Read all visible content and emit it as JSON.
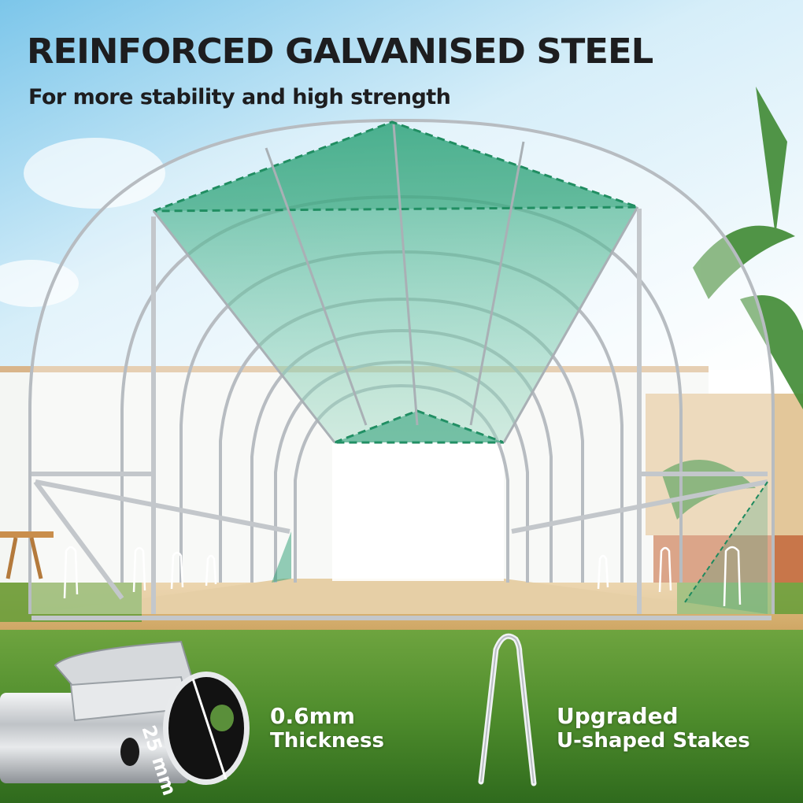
{
  "headline": "REINFORCED GALVANISED STEEL",
  "subheadline": "For more stability and high strength",
  "features": [
    {
      "line1": "0.6mm",
      "line2": "Thickness",
      "icon": "steel-tube-icon"
    },
    {
      "line1": "Upgraded",
      "line2": "U-shaped Stakes",
      "icon": "u-stake-icon"
    }
  ],
  "tube_diameter_label": "25 mm",
  "colors": {
    "sky": "#8fd0ee",
    "shade_net": "#2a9d74",
    "grass": "#4f8f2e",
    "soil": "#d9b577",
    "steel": "#c9ccd0",
    "text_dark": "#1d1d1f",
    "text_light": "#ffffff"
  }
}
